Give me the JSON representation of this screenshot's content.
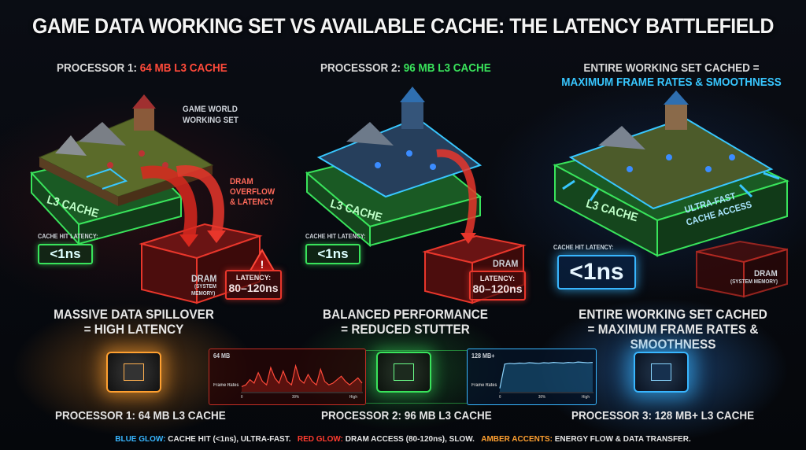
{
  "title": "GAME DATA WORKING SET VS AVAILABLE CACHE: THE LATENCY BATTLEFIELD",
  "panels": [
    {
      "heading_prefix": "PROCESSOR 1: ",
      "heading_highlight": "64 MB L3 CACHE",
      "world_label_1": "GAME WORLD",
      "world_label_2": "WORKING SET",
      "cache_label": "L3 CACHE",
      "overflow_1": "DRAM",
      "overflow_2": "OVERFLOW",
      "overflow_3": "& LATENCY",
      "hit_latency_label": "CACHE HIT LATENCY:",
      "hit_latency_value": "<1ns",
      "dram_label": "DRAM",
      "dram_sub_1": "(SYSTEM",
      "dram_sub_2": "MEMORY)",
      "latency_label": "LATENCY:",
      "latency_value": "80–120ns",
      "summary_1": "MASSIVE DATA SPILLOVER",
      "summary_2": "= HIGH LATENCY",
      "bottom_label": "PROCESSOR 1: 64 MB L3 CACHE"
    },
    {
      "heading_prefix": "PROCESSOR 2: ",
      "heading_highlight": "96 MB L3 CACHE",
      "cache_label": "L3 CACHE",
      "hit_latency_label": "CACHE HIT LATENCY:",
      "hit_latency_value": "<1ns",
      "dram_label": "DRAM",
      "latency_label": "LATENCY:",
      "latency_value": "80–120ns",
      "summary_1": "BALANCED PERFORMANCE",
      "summary_2": "= REDUCED STUTTER",
      "bottom_label": "PROCESSOR 2: 96 MB L3 CACHE"
    },
    {
      "heading_1": "ENTIRE WORKING SET CACHED =",
      "heading_2": "MAXIMUM FRAME RATES & SMOOTHNESS",
      "cache_label": "L3 CACHE",
      "fast_1": "ULTRA-FAST",
      "fast_2": "CACHE ACCESS",
      "hit_latency_label": "CACHE HIT LATENCY:",
      "hit_latency_value": "<1ns",
      "dram_label": "DRAM",
      "dram_sub": "(SYSTEM MEMORY)",
      "summary_1": "ENTIRE WORKING SET CACHED",
      "summary_2": "= MAXIMUM FRAME RATES & SMOOTHNESS",
      "bottom_label": "PROCESSOR 3: 128 MB+ L3 CACHE"
    }
  ],
  "charts": [
    {
      "corner_label": "64 MB",
      "axis_label": "Frame Rates",
      "tick_0": "0",
      "tick_mid": "30%",
      "tick_end": "High",
      "series": [
        0.15,
        0.2,
        0.35,
        0.25,
        0.55,
        0.3,
        0.2,
        0.7,
        0.4,
        0.25,
        0.6,
        0.3,
        0.2,
        0.75,
        0.35,
        0.25,
        0.5,
        0.3,
        0.2,
        0.65,
        0.3,
        0.2,
        0.25,
        0.35,
        0.45,
        0.3,
        0.2,
        0.3,
        0.4,
        0.25
      ]
    },
    {
      "corner_label": "128 MB+",
      "axis_label": "Frame Rates",
      "tick_0": "0",
      "tick_mid": "30%",
      "tick_end": "High",
      "series": [
        0.1,
        0.8,
        0.82,
        0.81,
        0.83,
        0.82,
        0.84,
        0.83,
        0.82,
        0.84,
        0.83,
        0.85,
        0.84,
        0.83,
        0.85,
        0.84,
        0.86,
        0.85,
        0.84,
        0.85
      ]
    }
  ],
  "legend": {
    "blue_key": "BLUE GLOW:",
    "blue_text": " CACHE HIT (<1ns), ULTRA-FAST.",
    "red_key": "RED GLOW:",
    "red_text": " DRAM ACCESS (80-120ns), SLOW.",
    "amber_key": "AMBER ACCENTS:",
    "amber_text": " ENERGY FLOW & DATA TRANSFER."
  },
  "colors": {
    "red": "#ff4a3a",
    "green": "#39e35b",
    "blue": "#38b6ff",
    "amber": "#ffa030"
  }
}
